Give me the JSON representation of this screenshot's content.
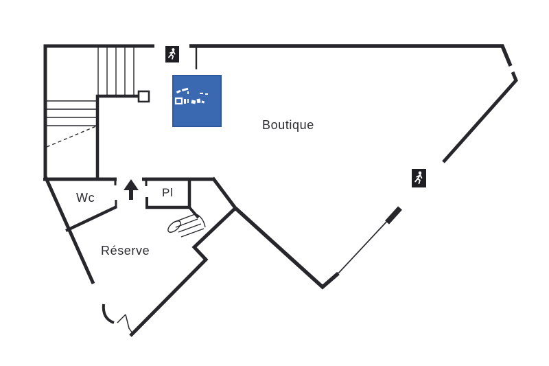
{
  "plan": {
    "rooms": {
      "boutique": {
        "label": "Boutique"
      },
      "wc": {
        "label": "Wc"
      },
      "placard": {
        "label": "Pl"
      },
      "reserve": {
        "label": "Réserve"
      }
    },
    "icons": {
      "exit_top": "emergency-exit-running-man",
      "exit_right": "emergency-exit-running-man",
      "entrance_arrow": "entrance-direction-up-arrow"
    },
    "furniture": {
      "counter": {
        "name": "blue-counter",
        "fill": "#3a69b2",
        "border": "#2d579e"
      }
    },
    "colors": {
      "wall": "#26262b",
      "text": "#2b2b30",
      "background": "#ffffff",
      "exit_sign_bg": "#1e1e23",
      "exit_sign_figure": "#ffffff"
    }
  }
}
